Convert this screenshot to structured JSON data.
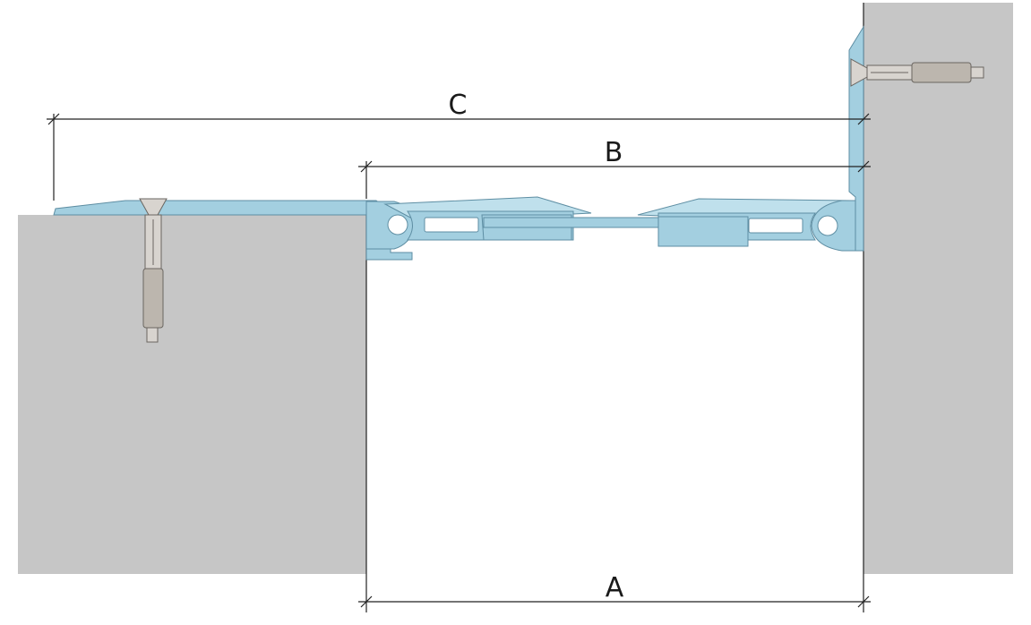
{
  "dimensions": {
    "a_label": "A",
    "b_label": "B",
    "c_label": "C"
  },
  "colors": {
    "concrete": "#c6c6c6",
    "profile": "#a3cfe0",
    "line": "#222222"
  }
}
